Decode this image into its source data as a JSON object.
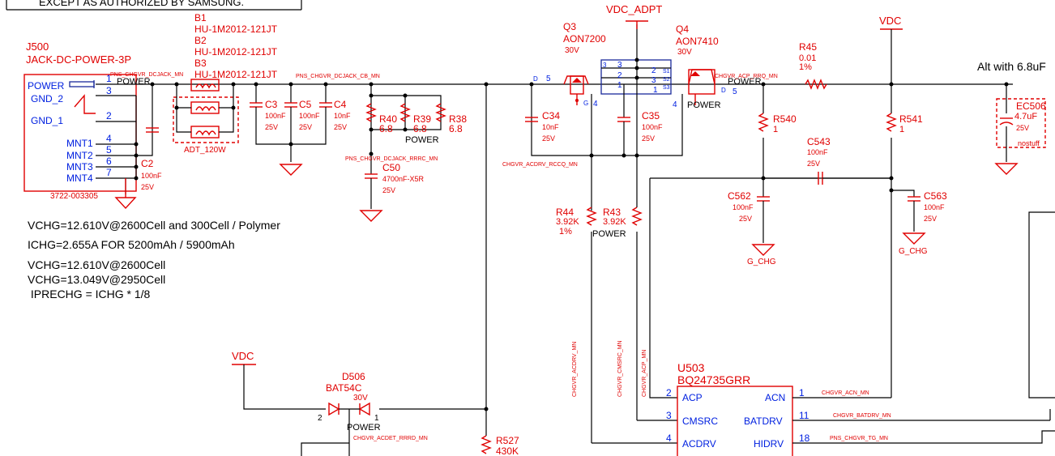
{
  "header_text": "EXCEPT AS AUTHORIZED BY SAMSUNG.",
  "connector": {
    "ref": "J500",
    "part": "JACK-DC-POWER-3P",
    "pn": "3722-003305",
    "pins": [
      {
        "name": "POWER",
        "num": "1"
      },
      {
        "name": "GND_2",
        "num": "3"
      },
      {
        "name": "GND_1",
        "num": "2"
      },
      {
        "name": "MNT1",
        "num": "4"
      },
      {
        "name": "MNT2",
        "num": "5"
      },
      {
        "name": "MNT3",
        "num": "6"
      },
      {
        "name": "MNT4",
        "num": "7"
      }
    ]
  },
  "beads": {
    "b1": "B1",
    "b2": "B2",
    "b3": "B3",
    "part": "HU-1M2012-121JT",
    "group_label": "ADT_120W"
  },
  "nets": {
    "dcjack_mn": "PNS_CHGVR_DCJACK_MN",
    "dcjack_cb": "PNS_CHGVR_DCJACK_CB_MN",
    "dcjack_rrrc": "PNS_CHGVR_DCJACK_RRRC_MN",
    "acdrv_rccq": "CHGVR_ACDRV_RCCQ_MN",
    "acp_rrq": "CHGVR_ACP_RRQ_MN",
    "acdrv": "CHGVR_ACDRV_MN",
    "cmsrc": "CHGVR_CMSRC_MN",
    "acp": "CHGVR_ACP_MN",
    "acn": "CHGVR_ACN_MN",
    "batdrv": "CHGVR_BATDRV_MN",
    "tg": "PNS_CHGVR_TG_MN",
    "acdet": "CHGVR_ACDET_RRRD_MN",
    "power": "POWER",
    "g_chg": "G_CHG",
    "vdc": "VDC",
    "vdc_adpt": "VDC_ADPT"
  },
  "caps": {
    "c2": {
      "ref": "C2",
      "val": "100nF",
      "v": "25V"
    },
    "c3": {
      "ref": "C3",
      "val": "100nF",
      "v": "25V"
    },
    "c5": {
      "ref": "C5",
      "val": "100nF",
      "v": "25V"
    },
    "c4": {
      "ref": "C4",
      "val": "10nF",
      "v": "25V"
    },
    "c50": {
      "ref": "C50",
      "val": "4700nF-X5R",
      "v": "25V"
    },
    "c34": {
      "ref": "C34",
      "val": "10nF",
      "v": "25V"
    },
    "c35": {
      "ref": "C35",
      "val": "100nF",
      "v": "25V"
    },
    "c543": {
      "ref": "C543",
      "val": "100nF",
      "v": "25V"
    },
    "c562": {
      "ref": "C562",
      "val": "100nF",
      "v": "25V"
    },
    "c563": {
      "ref": "C563",
      "val": "100nF",
      "v": "25V"
    },
    "ec506": {
      "ref": "EC506",
      "val": "4.7uF",
      "v": "25V",
      "note": "nostuff"
    }
  },
  "resistors": {
    "r40": {
      "ref": "R40",
      "val": "6.8"
    },
    "r39": {
      "ref": "R39",
      "val": "6.8"
    },
    "r38": {
      "ref": "R38",
      "val": "6.8"
    },
    "r44": {
      "ref": "R44",
      "val": "3.92K",
      "tol": "1%"
    },
    "r43": {
      "ref": "R43",
      "val": "3.92K"
    },
    "r45": {
      "ref": "R45",
      "val": "0.01",
      "tol": "1%"
    },
    "r540": {
      "ref": "R540",
      "val": "1"
    },
    "r541": {
      "ref": "R541",
      "val": "1"
    },
    "r527": {
      "ref": "R527",
      "val": "430K"
    }
  },
  "mosfets": {
    "q3": {
      "ref": "Q3",
      "part": "AON7200",
      "v": "30V"
    },
    "q4": {
      "ref": "Q4",
      "part": "AON7410",
      "v": "30V"
    }
  },
  "diode": {
    "ref": "D506",
    "part": "BAT54C",
    "v": "30V",
    "pin_left": "2",
    "pin_right": "1"
  },
  "ic": {
    "ref": "U503",
    "part": "BQ24735GRR",
    "left_pins": [
      {
        "num": "2",
        "name": "ACP"
      },
      {
        "num": "3",
        "name": "CMSRC"
      },
      {
        "num": "4",
        "name": "ACDRV"
      }
    ],
    "right_pins": [
      {
        "num": "1",
        "name": "ACN"
      },
      {
        "num": "11",
        "name": "BATDRV"
      },
      {
        "num": "18",
        "name": "HIDRV"
      }
    ]
  },
  "notes": [
    "VCHG=12.610V@2600Cell and 300Cell / Polymer",
    "ICHG=2.655A  FOR 5200mAh / 5900mAh",
    "VCHG=12.610V@2600Cell",
    "VCHG=13.049V@2950Cell",
    " IPRECHG = ICHG * 1/8"
  ],
  "alt_text": "Alt with 6.8uF",
  "pin_labels": {
    "d": "D",
    "g": "G",
    "s1": "S1",
    "s2": "S2",
    "s3": "S3",
    "p1": "1",
    "p2": "2",
    "p3": "3",
    "p4": "4",
    "p5": "5"
  }
}
